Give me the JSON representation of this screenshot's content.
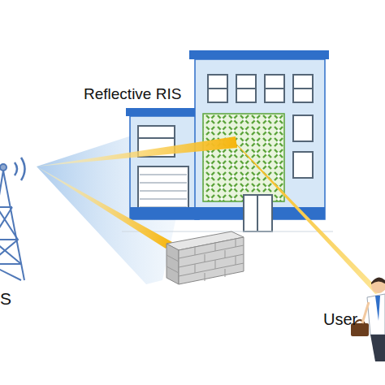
{
  "diagram": {
    "labels": [
      "Reflective RIS",
      "S",
      "User"
    ]
  }
}
